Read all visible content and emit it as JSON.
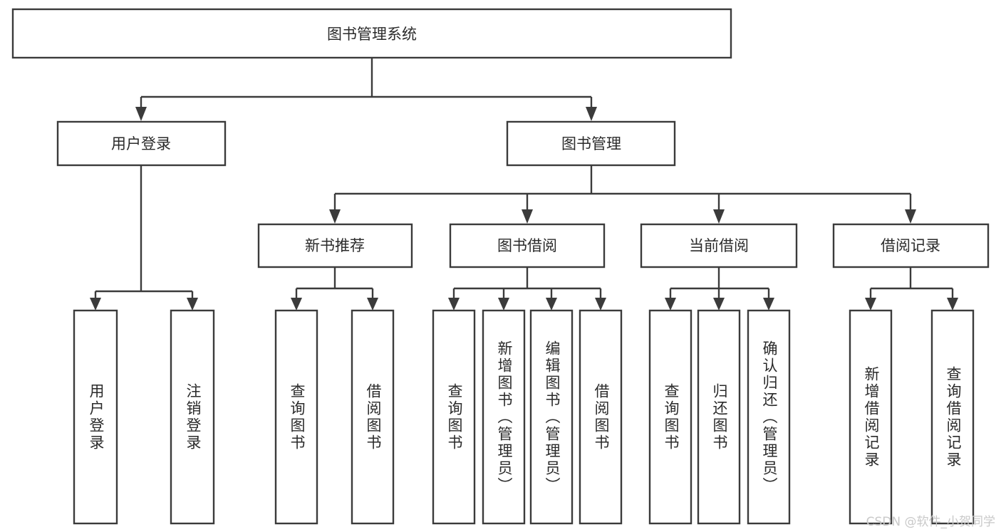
{
  "diagram": {
    "title": "图书管理系统",
    "watermark": "CSDN @软件_小贺同学",
    "colors": {
      "stroke": "#3b3b3b",
      "box_fill": "#ffffff",
      "text": "#2a2a2a",
      "background": "#ffffff",
      "watermark": "#c9c9c9"
    },
    "nodes": {
      "root": "图书管理系统",
      "user_login": "用户登录",
      "book_manage": "图书管理",
      "new_book_rec": "新书推荐",
      "book_borrow": "图书借阅",
      "current_borrow": "当前借阅",
      "borrow_record": "借阅记录",
      "leaf_user_login": "用户登录",
      "leaf_logout": "注销登录",
      "leaf_query_book_1": "查询图书",
      "leaf_borrow_book_1": "借阅图书",
      "leaf_query_book_2": "查询图书",
      "leaf_add_book": "新增图书（管理员）",
      "leaf_edit_book": "编辑图书（管理员）",
      "leaf_borrow_book_2": "借阅图书",
      "leaf_query_book_3": "查询图书",
      "leaf_return_book": "归还图书",
      "leaf_confirm_return": "确认归还（管理员）",
      "leaf_add_record": "新增借阅记录",
      "leaf_query_record": "查询借阅记录"
    }
  },
  "chart_data": {
    "type": "tree-diagram",
    "title": "图书管理系统",
    "orientation": "top-down",
    "levels": 4,
    "tree": {
      "label": "图书管理系统",
      "children": [
        {
          "label": "用户登录",
          "children": [
            {
              "label": "用户登录",
              "children": []
            },
            {
              "label": "注销登录",
              "children": []
            }
          ]
        },
        {
          "label": "图书管理",
          "children": [
            {
              "label": "新书推荐",
              "children": [
                {
                  "label": "查询图书",
                  "children": []
                },
                {
                  "label": "借阅图书",
                  "children": []
                }
              ]
            },
            {
              "label": "图书借阅",
              "children": [
                {
                  "label": "查询图书",
                  "children": []
                },
                {
                  "label": "新增图书（管理员）",
                  "children": []
                },
                {
                  "label": "编辑图书（管理员）",
                  "children": []
                },
                {
                  "label": "借阅图书",
                  "children": []
                }
              ]
            },
            {
              "label": "当前借阅",
              "children": [
                {
                  "label": "查询图书",
                  "children": []
                },
                {
                  "label": "归还图书",
                  "children": []
                },
                {
                  "label": "确认归还（管理员）",
                  "children": []
                }
              ]
            },
            {
              "label": "借阅记录",
              "children": [
                {
                  "label": "新增借阅记录",
                  "children": []
                },
                {
                  "label": "查询借阅记录",
                  "children": []
                }
              ]
            }
          ]
        }
      ]
    }
  }
}
